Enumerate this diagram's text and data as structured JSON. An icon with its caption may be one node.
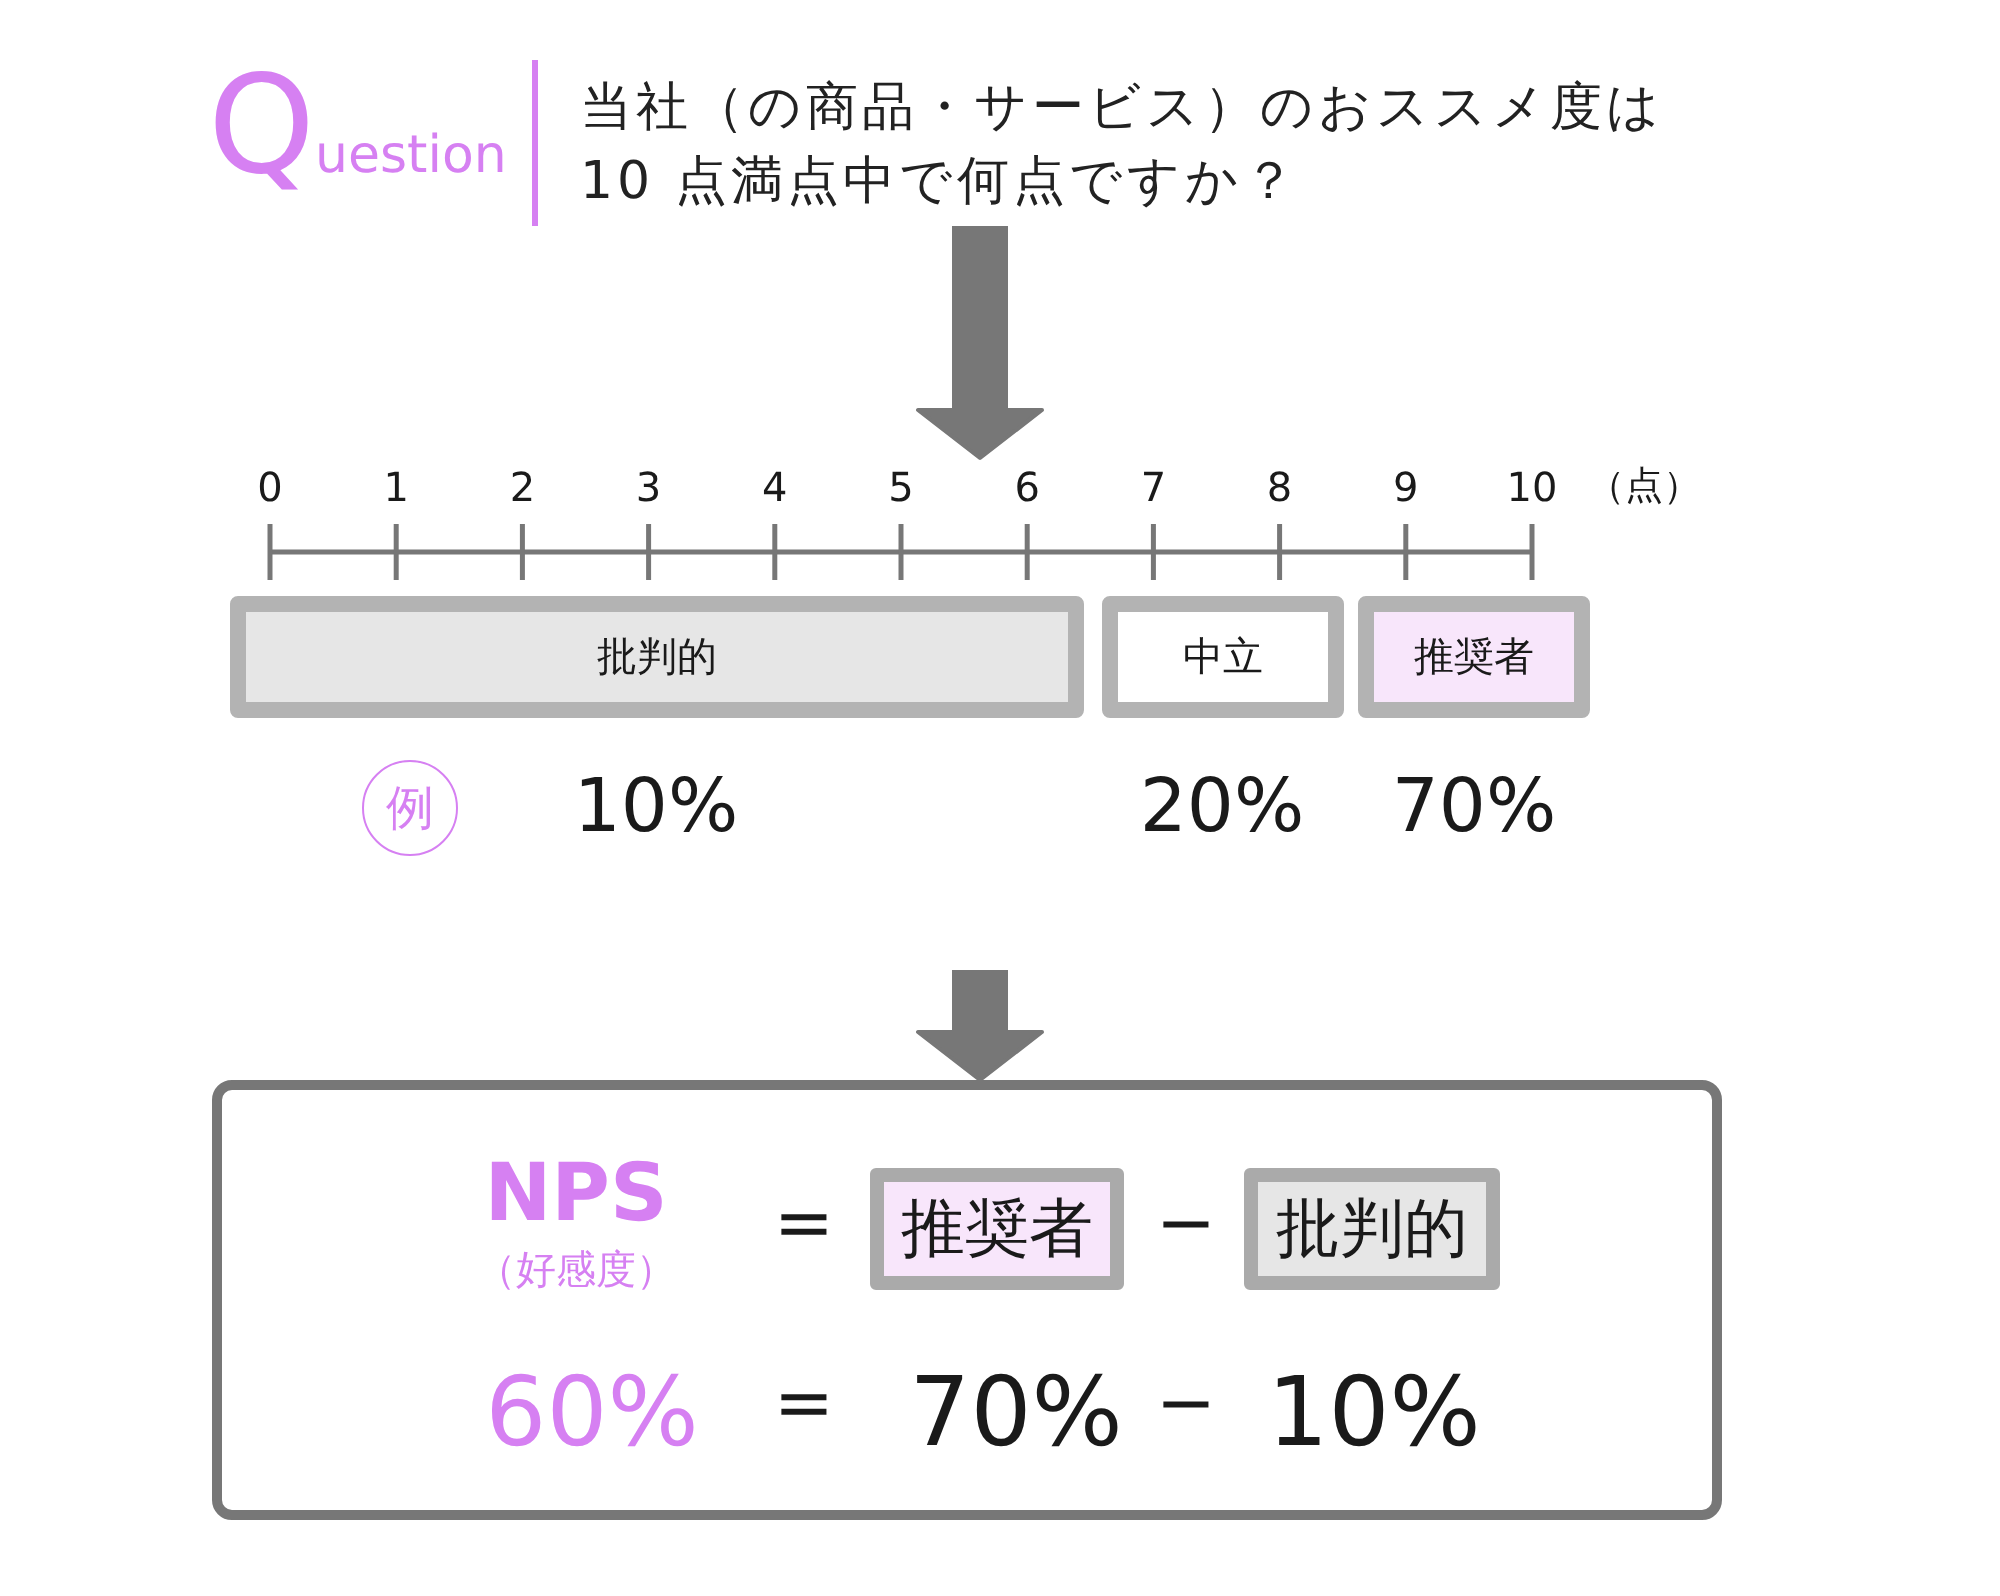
{
  "diagram": {
    "nodes": [
      {
        "text": [
          "Question",
          "当社（の商品・サービス）のおススメ度は10 点満点中で何点ですか？"
        ]
      },
      {
        "text": [
          "0",
          "1",
          "2",
          "3",
          "4",
          "5",
          "6",
          "7",
          "8",
          "9",
          "10",
          "（点）"
        ]
      },
      {
        "text": [
          "批判的"
        ],
        "beside": [
          "10%"
        ]
      },
      {
        "text": [
          "中立"
        ],
        "beside": [
          "20%"
        ]
      },
      {
        "text": [
          "推奨者"
        ],
        "beside": [
          "70%"
        ]
      },
      {
        "text": [
          "NPS",
          "（好感度）",
          "=",
          "−",
          "60%",
          "=",
          "70%",
          "−",
          "10%"
        ]
      },
      {
        "text": [
          "推奨者"
        ],
        "in": 5
      },
      {
        "text": [
          "批判的"
        ],
        "in": 5
      }
    ],
    "edges": [
      {
        "from": 0,
        "to": 1,
        "arrow": "to"
      },
      {
        "from": null,
        "to": 5,
        "arrow": "to"
      }
    ],
    "labels": [
      "例"
    ]
  }
}
